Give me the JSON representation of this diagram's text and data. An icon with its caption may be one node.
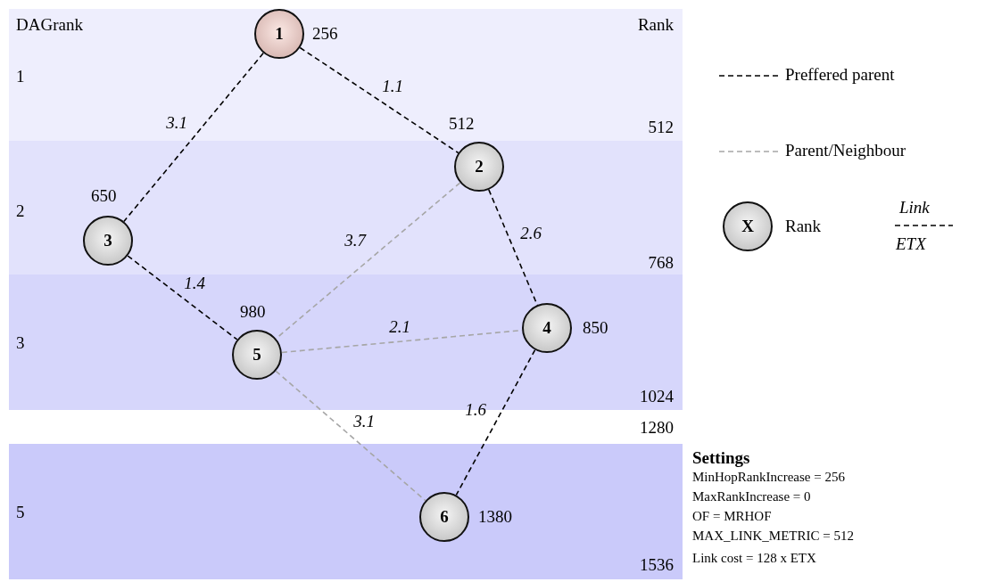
{
  "diagram": {
    "nodes": [
      {
        "text": [
          "1"
        ],
        "beside": [
          "256"
        ]
      },
      {
        "text": [
          "2"
        ],
        "beside": [
          "512"
        ]
      },
      {
        "text": [
          "3"
        ],
        "beside": [
          "650"
        ]
      },
      {
        "text": [
          "4"
        ],
        "beside": [
          "850"
        ]
      },
      {
        "text": [
          "5"
        ],
        "beside": [
          "980"
        ]
      },
      {
        "text": [
          "6"
        ],
        "beside": [
          "1380"
        ]
      },
      {
        "text": [
          "X"
        ],
        "beside": [
          "Rank"
        ]
      }
    ],
    "edges": [
      {
        "from": 0,
        "to": 1,
        "arrow": "none",
        "label": "1.1",
        "style": "dashed"
      },
      {
        "from": 0,
        "to": 2,
        "arrow": "none",
        "label": "3.1",
        "style": "dashed"
      },
      {
        "from": 2,
        "to": 4,
        "arrow": "none",
        "label": "1.4",
        "style": "dashed"
      },
      {
        "from": 1,
        "to": 3,
        "arrow": "none",
        "label": "2.6",
        "style": "dashed"
      },
      {
        "from": 1,
        "to": 4,
        "arrow": "none",
        "label": "3.7",
        "style": "dashed",
        "color": "#a6a6a6"
      },
      {
        "from": 4,
        "to": 3,
        "arrow": "none",
        "label": "2.1",
        "style": "dashed",
        "color": "#a6a6a6"
      },
      {
        "from": 4,
        "to": 5,
        "arrow": "none",
        "label": "3.1",
        "style": "dashed",
        "color": "#a6a6a6"
      },
      {
        "from": 3,
        "to": 5,
        "arrow": "none",
        "label": "1.6",
        "style": "dashed"
      }
    ],
    "labels": [
      "DAGrank",
      "Rank",
      "1",
      "512",
      "2",
      "768",
      "3",
      "1024",
      "1280",
      "5",
      "1536",
      "Link",
      "ETX",
      "Settings",
      "MinHopRankIncrease = 256",
      "MaxRankIncrease = 0",
      "OF = MRHOF",
      "MAX_LINK_METRIC = 512",
      "Link cost = 128 x ETX"
    ],
    "legend": [
      {
        "text": "Preffered parent"
      },
      {
        "text": "Parent/Neighbour"
      }
    ]
  }
}
